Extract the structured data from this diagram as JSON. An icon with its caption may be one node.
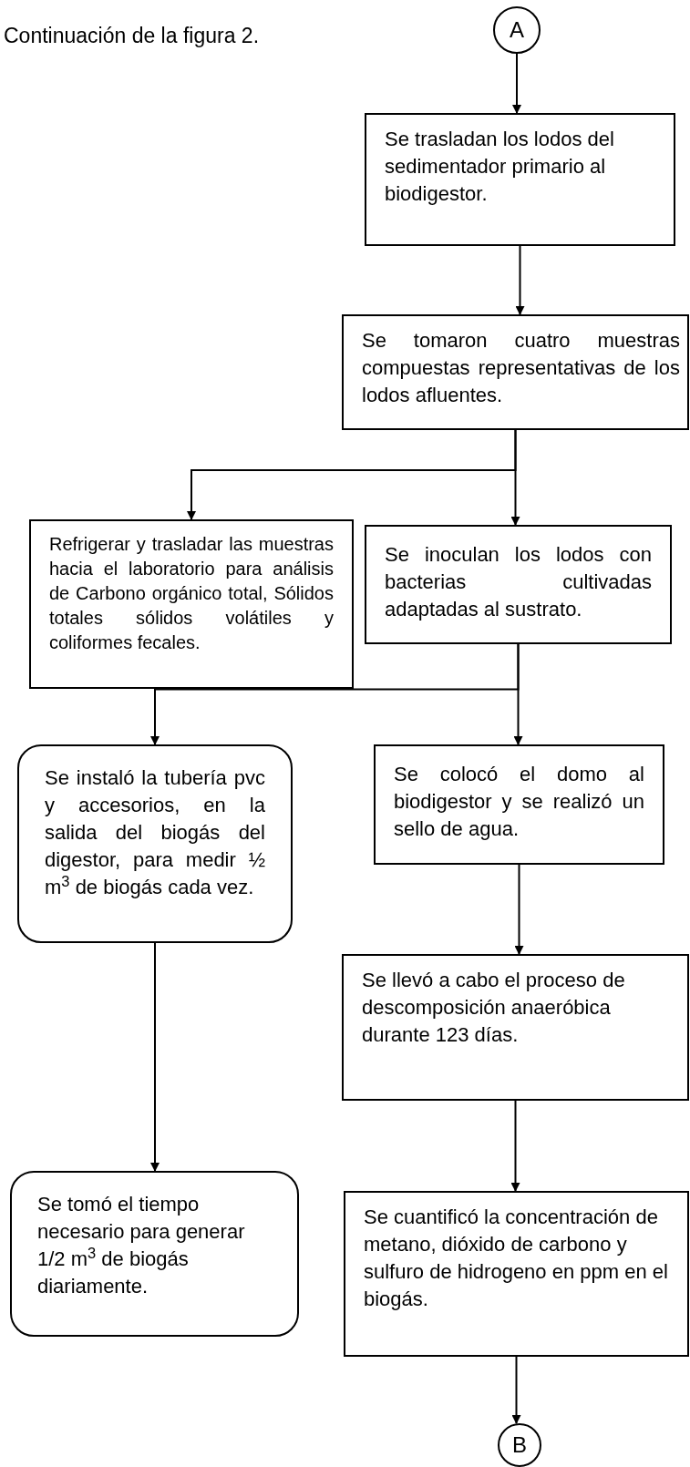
{
  "diagram": {
    "title": "Continuación de la figura 2.",
    "nodes": [
      {
        "text": [
          "A"
        ]
      },
      {
        "text": [
          "Se trasladan los lodos del  sedimentador primario al biodigestor."
        ]
      },
      {
        "text": [
          "Se tomaron cuatro muestras compuestas representativas de los lodos afluentes."
        ]
      },
      {
        "text": [
          "Refrigerar y trasladar las muestras hacia el laboratorio para análisis de Carbono orgánico total, Sólidos totales sólidos volátiles y coliformes fecales."
        ]
      },
      {
        "text": [
          "Se inoculan los lodos con bacterias cultivadas adaptadas al sustrato."
        ]
      },
      {
        "text": [
          "Se instaló la tubería pvc y accesorios, en la salida  del biogás del digestor, para medir ½ m$^{3}$ de biogás cada vez."
        ]
      },
      {
        "text": [
          "Se colocó el domo al biodigestor y se realizó un sello de agua."
        ]
      },
      {
        "text": [
          "Se llevó a cabo el proceso de descomposición anaeróbica durante 123 días."
        ]
      },
      {
        "text": [
          "Se tomó el tiempo necesario para generar 1/2 m$^{3}$ de biogás  diariamente."
        ]
      },
      {
        "text": [
          "Se cuantificó la concentración de metano, dióxido de carbono y sulfuro de hidrogeno  en ppm en el biogás."
        ]
      },
      {
        "text": [
          "B"
        ]
      }
    ],
    "edges": [
      {
        "from": 0,
        "to": 1,
        "arrow": "to"
      },
      {
        "from": 1,
        "to": 2,
        "arrow": "to"
      },
      {
        "from": 2,
        "to": 3,
        "arrow": "to"
      },
      {
        "from": 2,
        "to": 4,
        "arrow": "to"
      },
      {
        "from": 4,
        "to": 5,
        "arrow": "to"
      },
      {
        "from": 4,
        "to": 6,
        "arrow": "to"
      },
      {
        "from": 6,
        "to": 7,
        "arrow": "to"
      },
      {
        "from": 5,
        "to": 8,
        "arrow": "to"
      },
      {
        "from": 7,
        "to": 9,
        "arrow": "to"
      },
      {
        "from": 9,
        "to": 10,
        "arrow": "to"
      }
    ]
  }
}
